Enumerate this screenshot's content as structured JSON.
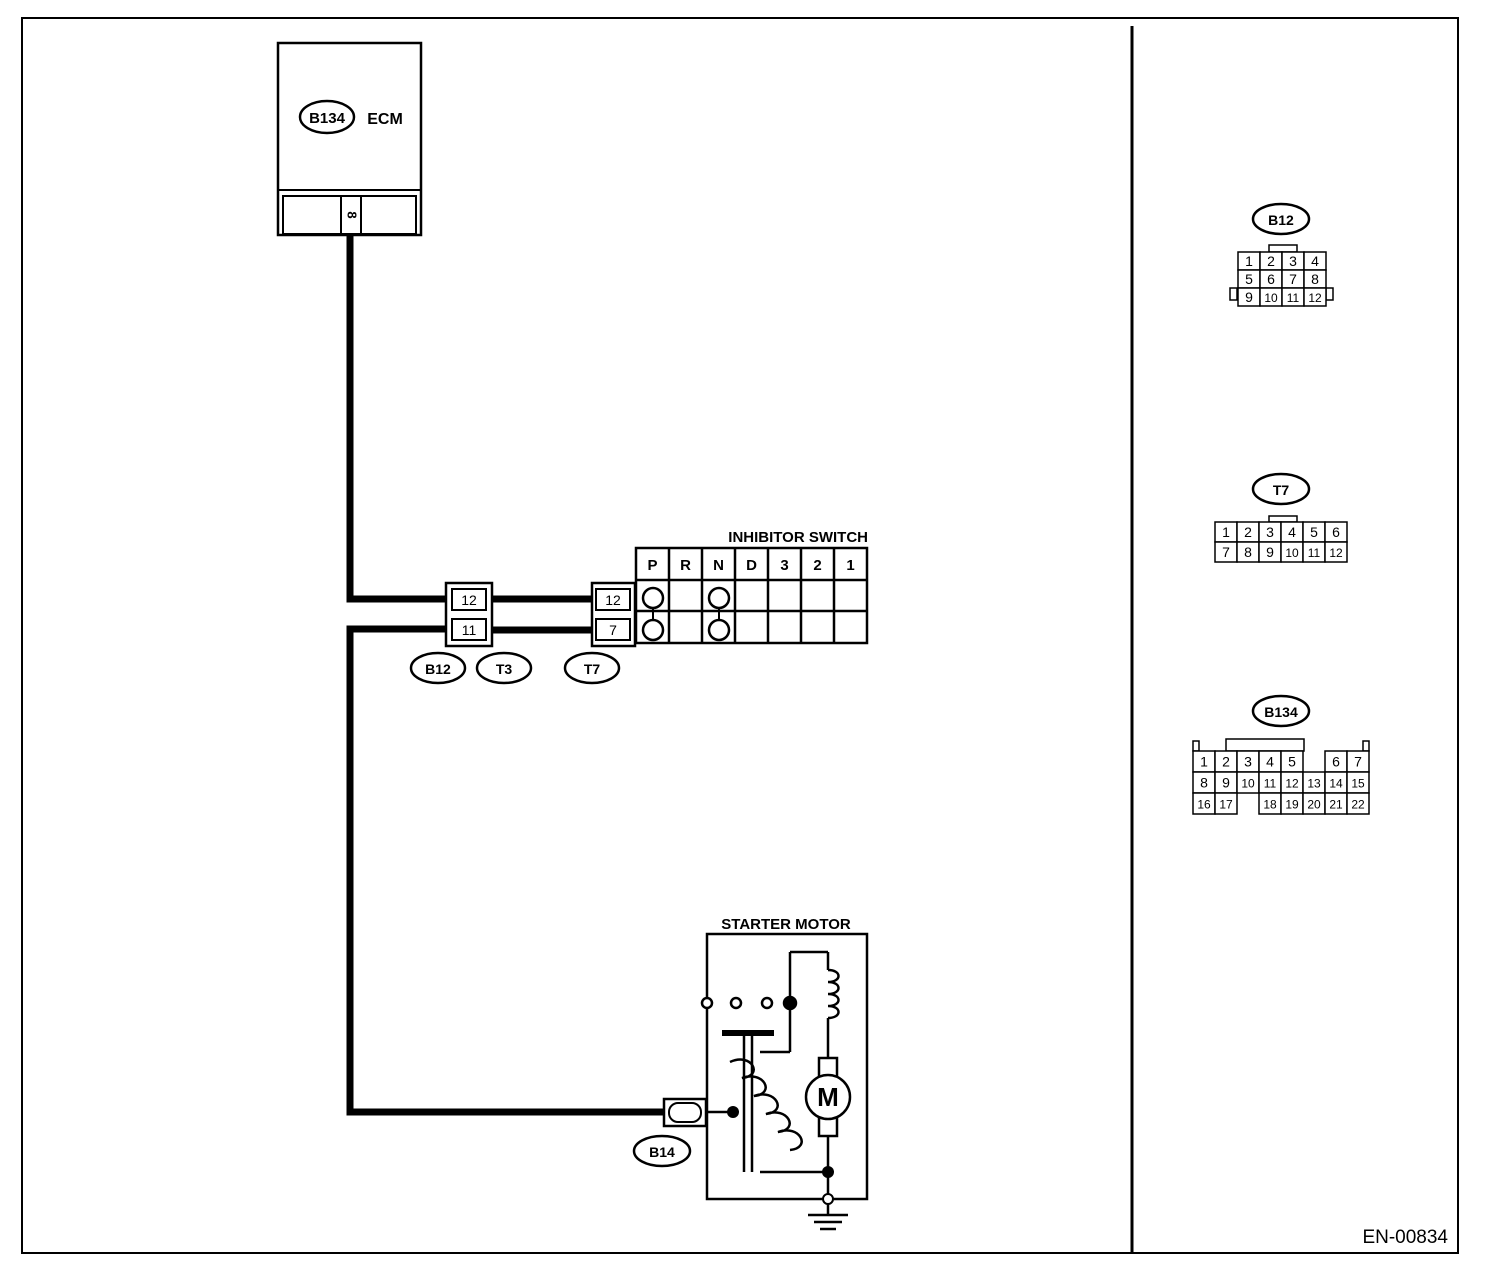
{
  "ecm": {
    "connector": "B134",
    "label": "ECM",
    "pin": "8"
  },
  "inhibitor_switch": {
    "title": "INHIBITOR SWITCH",
    "positions": [
      "P",
      "R",
      "N",
      "D",
      "3",
      "2",
      "1"
    ]
  },
  "junction": {
    "left_pins": [
      "12",
      "11"
    ],
    "right_pins": [
      "12",
      "7"
    ],
    "labels": [
      "B12",
      "T3",
      "T7"
    ]
  },
  "starter_motor": {
    "title": "STARTER MOTOR",
    "connector": "B14",
    "motor_symbol": "M"
  },
  "connector_views": {
    "b12": {
      "label": "B12",
      "rows": [
        [
          "1",
          "2",
          "3",
          "4"
        ],
        [
          "5",
          "6",
          "7",
          "8"
        ],
        [
          "9",
          "10",
          "11",
          "12"
        ]
      ]
    },
    "t7": {
      "label": "T7",
      "rows": [
        [
          "1",
          "2",
          "3",
          "4",
          "5",
          "6"
        ],
        [
          "7",
          "8",
          "9",
          "10",
          "11",
          "12"
        ]
      ]
    },
    "b134": {
      "label": "B134",
      "rows": [
        [
          "1",
          "2",
          "3",
          "4",
          "5",
          "",
          "6",
          "7"
        ],
        [
          "8",
          "9",
          "10",
          "11",
          "12",
          "13",
          "14",
          "15"
        ],
        [
          "16",
          "17",
          "",
          "18",
          "19",
          "20",
          "21",
          "22"
        ]
      ]
    }
  },
  "figure_code": "EN-00834"
}
